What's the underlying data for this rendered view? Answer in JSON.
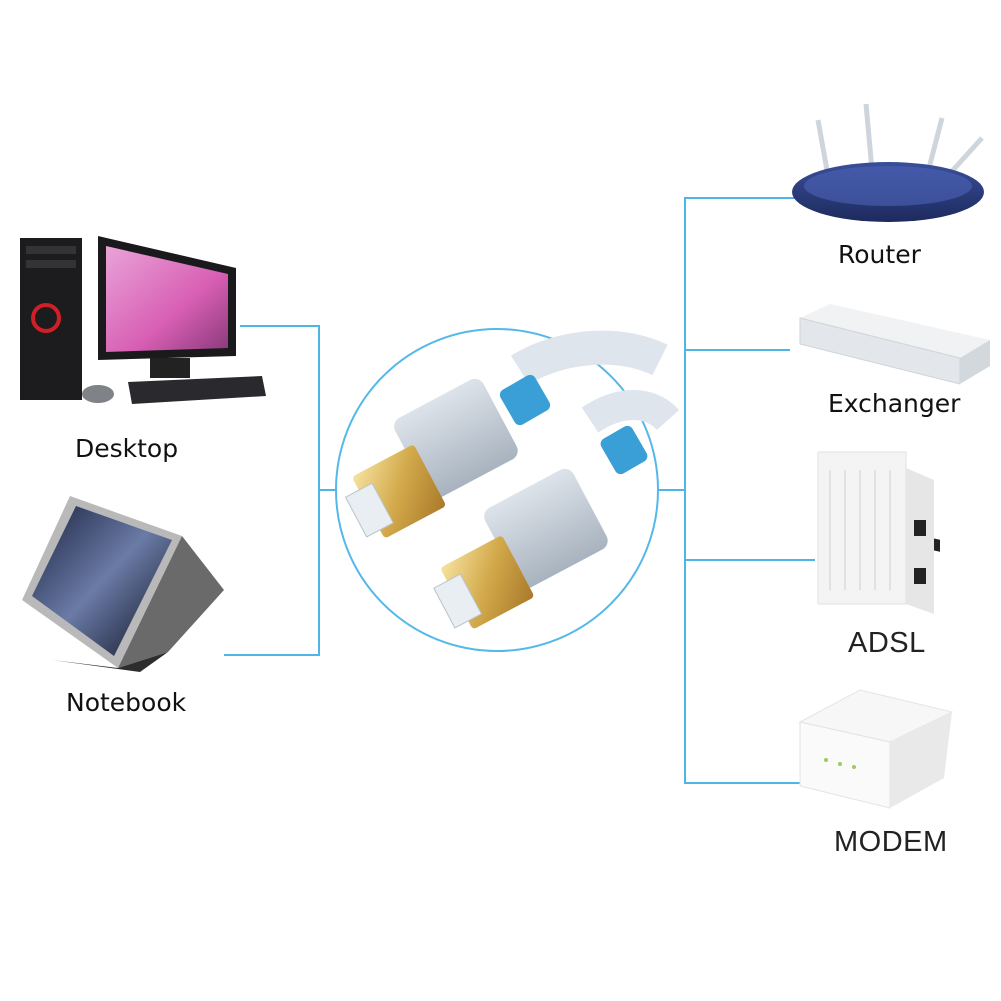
{
  "diagram": {
    "line_color": "#4fb4e8",
    "left_devices": [
      {
        "id": "desktop",
        "label": "Desktop",
        "icon": "desktop-computer-icon"
      },
      {
        "id": "notebook",
        "label": "Notebook",
        "icon": "laptop-icon"
      }
    ],
    "center": {
      "icon": "rj45-cable-icon"
    },
    "right_devices": [
      {
        "id": "router",
        "label": "Router",
        "icon": "router-icon"
      },
      {
        "id": "exchanger",
        "label": "Exchanger",
        "icon": "network-switch-icon"
      },
      {
        "id": "adsl",
        "label": "ADSL",
        "icon": "adsl-modem-icon"
      },
      {
        "id": "modem",
        "label": "MODEM",
        "icon": "modem-icon"
      }
    ]
  }
}
